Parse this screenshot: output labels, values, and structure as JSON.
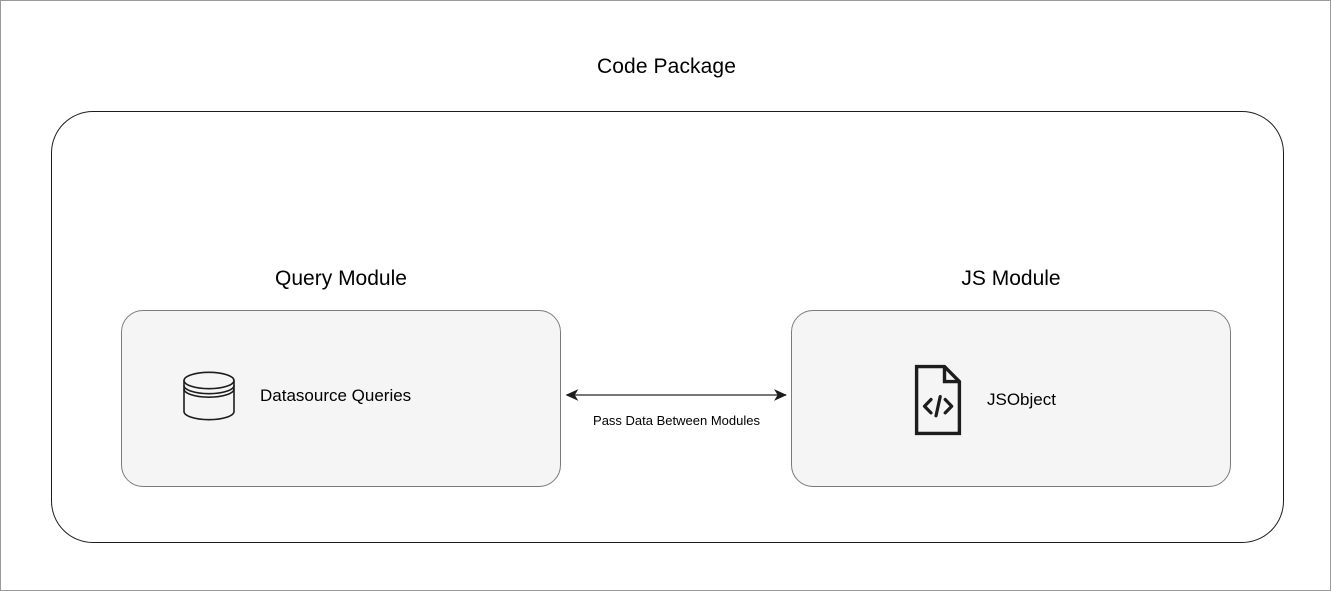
{
  "diagram": {
    "title": "Code Package",
    "modules": [
      {
        "id": "query-module",
        "title": "Query Module",
        "item_label": "Datasource Queries",
        "item_icon": "database-icon"
      },
      {
        "id": "js-module",
        "title": "JS Module",
        "item_label": "JSObject",
        "item_icon": "code-file-icon"
      }
    ],
    "connector": {
      "label": "Pass Data Between Modules",
      "icon": "double-headed-arrow-icon",
      "direction": "bidirectional"
    },
    "colors": {
      "page_background": "#ffffff",
      "page_border": "#9a9a9a",
      "package_border": "#1d1d1d",
      "module_fill": "#f5f5f5",
      "module_border": "#7b7b7b",
      "text": "#000000",
      "icon_stroke": "#1d1d1d"
    }
  }
}
